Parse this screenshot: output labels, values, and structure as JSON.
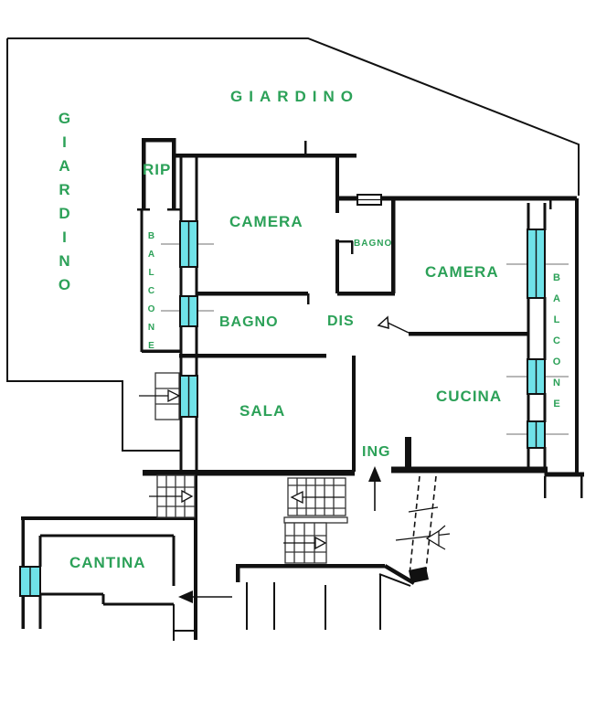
{
  "document": {
    "type": "apartment-floor-plan",
    "language": "it"
  },
  "colors": {
    "label_green": "#2ca158",
    "window_cyan": "#6fe2e8",
    "wall_black": "#111111",
    "sill_gray": "#8c8c8c",
    "background": "#ffffff"
  },
  "labels": {
    "giardino_top": "GIARDINO",
    "giardino_left": "GIARDINO",
    "rip": "RIP",
    "balcone_left": "BALCONE",
    "camera_left": "CAMERA",
    "bagno_small": "BAGNO",
    "camera_right": "CAMERA",
    "bagno": "BAGNO",
    "dis": "DIS",
    "sala": "SALA",
    "cucina": "CUCINA",
    "balcone_right": "BALCONE",
    "ing": "ING",
    "cantina": "CANTINA"
  },
  "icons": {
    "entrance_arrow": "solid up arrow at main entrance (ING)",
    "cantina_arrow": "solid left arrow at cellar entrance",
    "stair_arrows": "open triangle direction arrows on staircases",
    "door_swings": "door leaf swing symbols",
    "windows": "cyan double-casement window symbols"
  }
}
